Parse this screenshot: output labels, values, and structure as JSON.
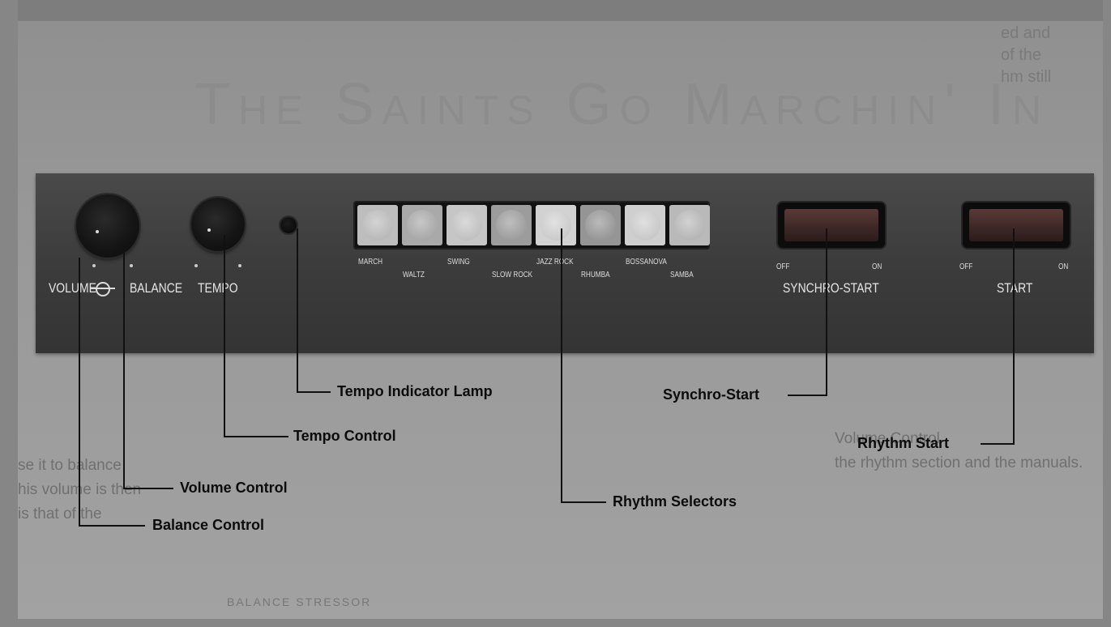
{
  "background_text": {
    "paragraph_lines": [
      "ed and",
      "of the",
      "hm still"
    ],
    "title": "The Saints Go Marchin' In",
    "body_lines": [
      "Volume Control",
      "the rhythm section and the manuals."
    ],
    "body_left_lines": [
      "se it to balance",
      "his volume is then",
      "is that of the"
    ],
    "bottom_line": "BALANCE  STRESSOR"
  },
  "panel": {
    "knob_labels": {
      "volume": "VOLUME",
      "balance": "BALANCE",
      "tempo": "TEMPO"
    },
    "rhythm_selectors": [
      {
        "label": "MARCH",
        "row": "top",
        "color": "#bdbdbd"
      },
      {
        "label": "WALTZ",
        "row": "bottom",
        "color": "#a9a9a9"
      },
      {
        "label": "SWING",
        "row": "top",
        "color": "#c6c6c6"
      },
      {
        "label": "SLOW ROCK",
        "row": "bottom",
        "color": "#9c9c9c"
      },
      {
        "label": "JAZZ ROCK",
        "row": "top",
        "color": "#d2d2d2"
      },
      {
        "label": "RHUMBA",
        "row": "bottom",
        "color": "#959595"
      },
      {
        "label": "BOSSANOVA",
        "row": "top",
        "color": "#cfcfcf"
      },
      {
        "label": "SAMBA",
        "row": "bottom",
        "color": "#b9b9b9"
      }
    ],
    "synchro_start": {
      "off": "OFF",
      "on": "ON",
      "label": "SYNCHRO-START"
    },
    "start": {
      "off": "OFF",
      "on": "ON",
      "label": "START"
    }
  },
  "callouts": {
    "tempo_indicator_lamp": "Tempo Indicator Lamp",
    "tempo_control": "Tempo Control",
    "volume_control": "Volume Control",
    "balance_control": "Balance Control",
    "rhythm_selectors": "Rhythm Selectors",
    "synchro_start": "Synchro-Start",
    "rhythm_start": "Rhythm Start"
  }
}
